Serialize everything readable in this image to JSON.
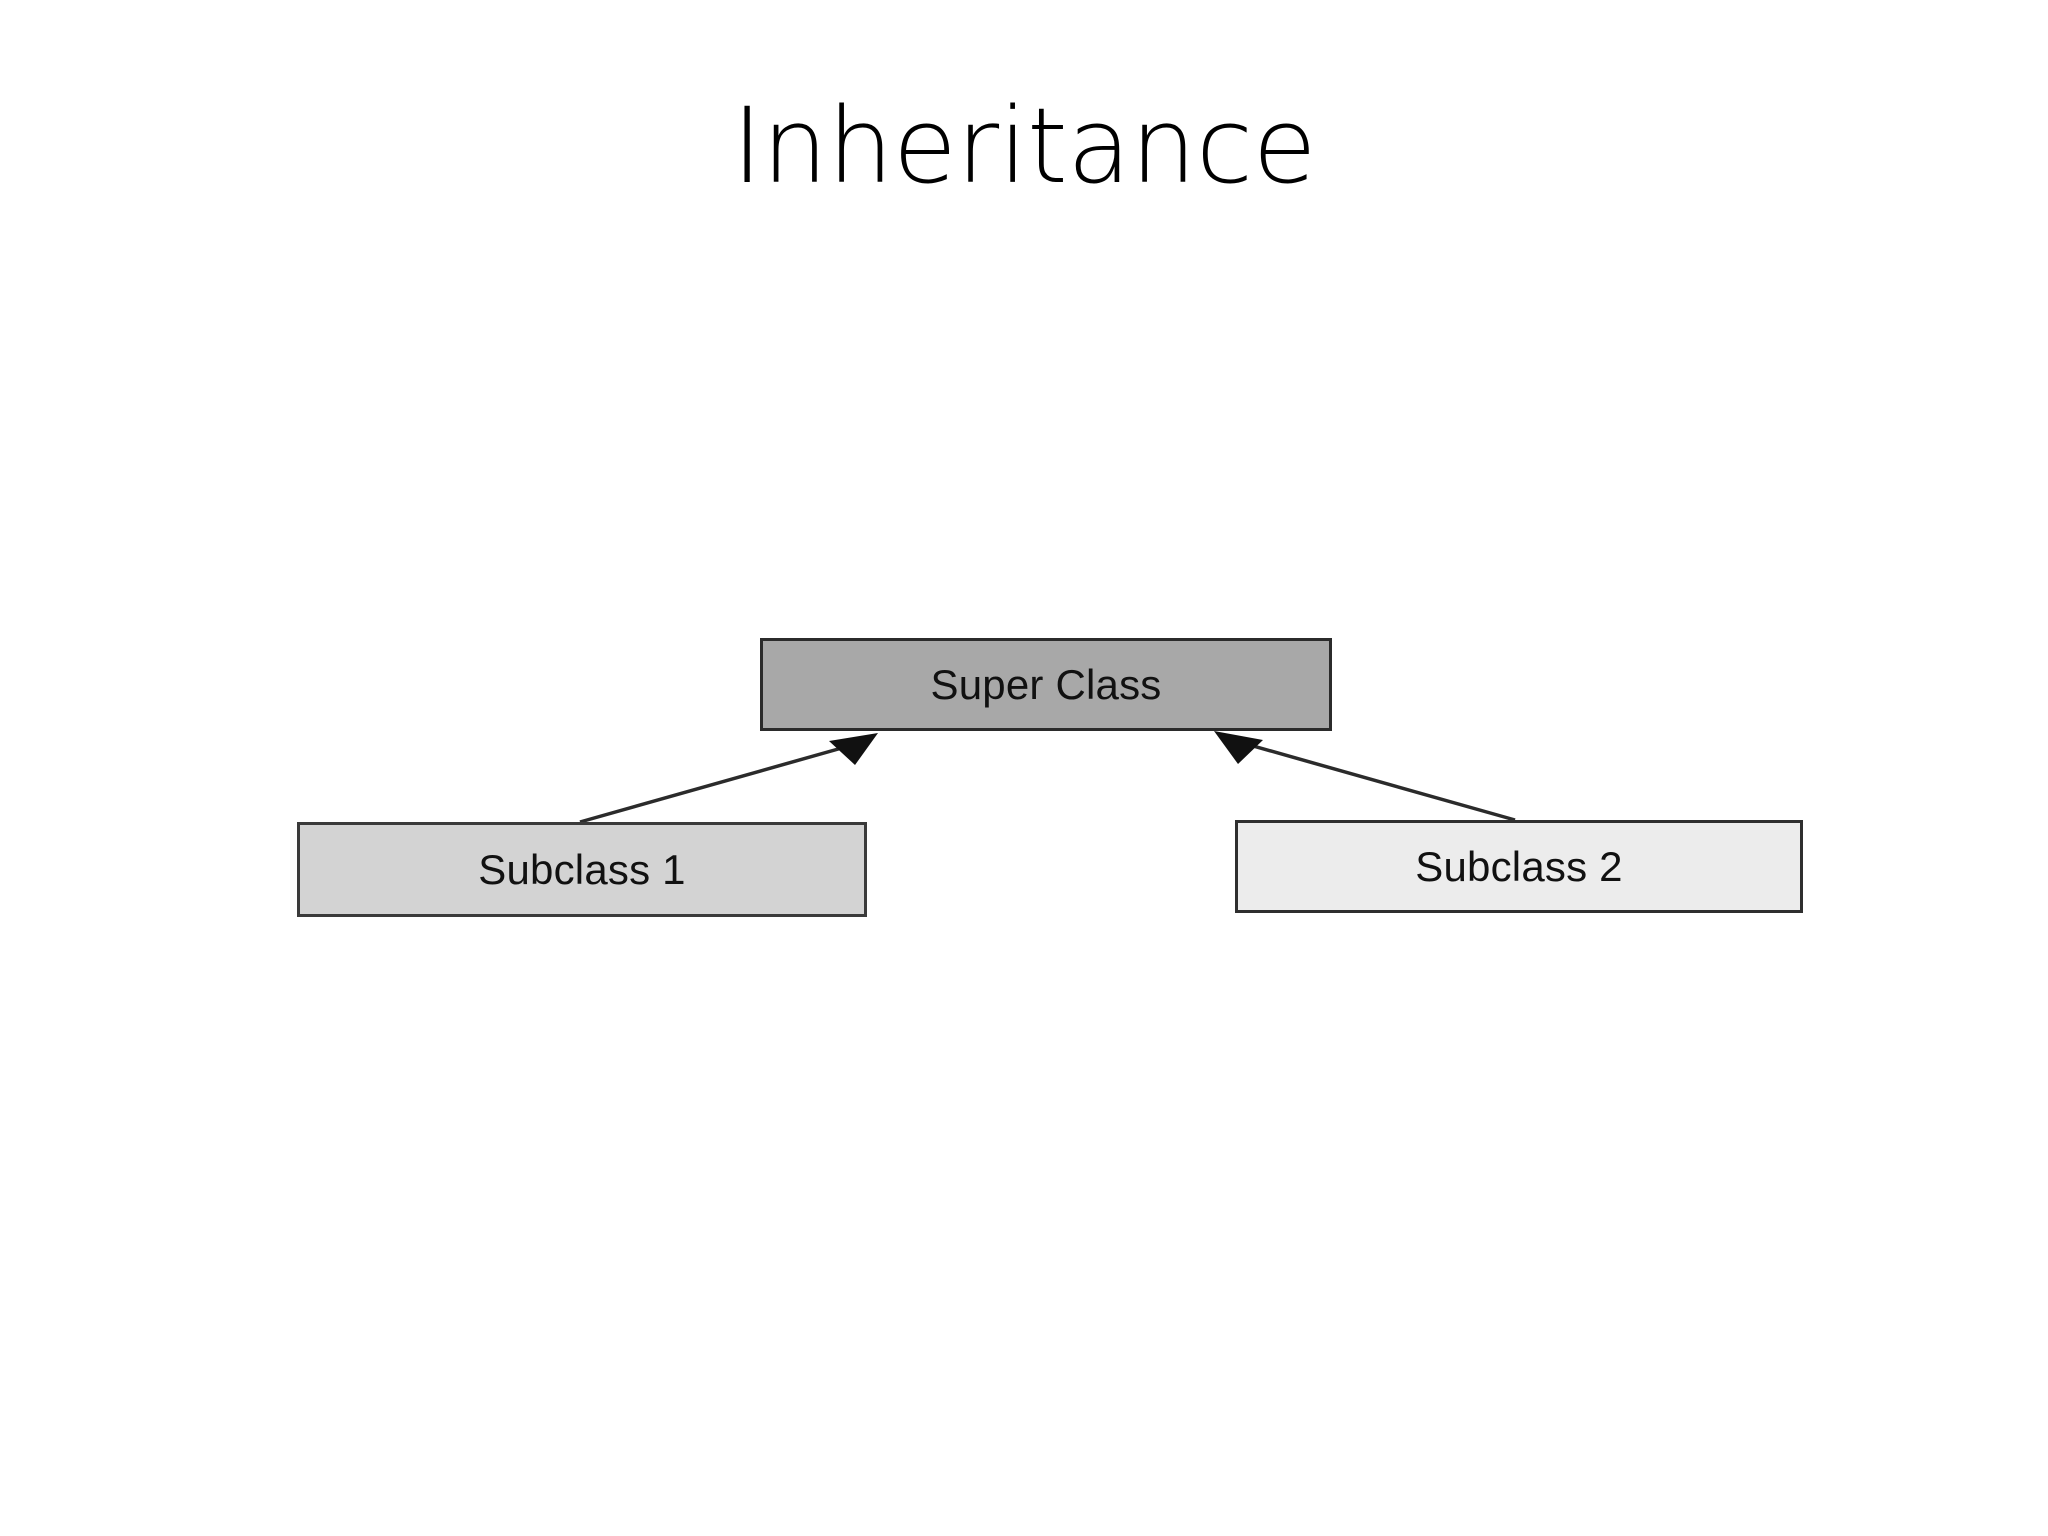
{
  "slide": {
    "title": "Inheritance",
    "background_color": "#ffffff"
  },
  "diagram": {
    "type": "class-inheritance-diagram",
    "nodes": [
      {
        "id": "super-class",
        "label": "Super Class",
        "role": "superclass",
        "fill_color": "#a8a8a8",
        "border_color": "#2b2b2b"
      },
      {
        "id": "subclass-1",
        "label": "Subclass 1",
        "role": "subclass",
        "fill_color": "#d3d3d3",
        "border_color": "#3a3a3a"
      },
      {
        "id": "subclass-2",
        "label": "Subclass 2",
        "role": "subclass",
        "fill_color": "#ececec",
        "border_color": "#2f2f2f"
      }
    ],
    "edges": [
      {
        "id": "edge-subclass-1-to-super",
        "from": "subclass-1",
        "to": "super-class",
        "arrowhead": "filled-triangle",
        "line_color": "#2b2b2b"
      },
      {
        "id": "edge-subclass-2-to-super",
        "from": "subclass-2",
        "to": "super-class",
        "arrowhead": "filled-triangle",
        "line_color": "#2b2b2b"
      }
    ]
  }
}
